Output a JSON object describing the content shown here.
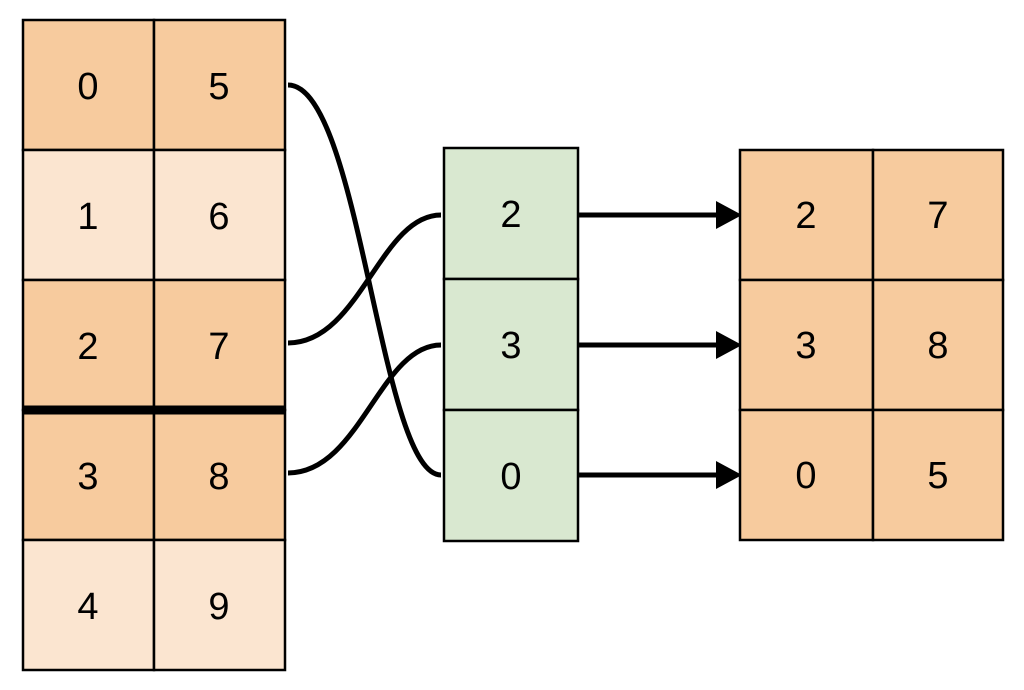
{
  "diagram": {
    "type": "gather-index-diagram",
    "colors": {
      "cell_selected": "#F7CB9E",
      "cell_unselected": "#FBE5D0",
      "index_cell": "#D9E8D0",
      "border": "#000000",
      "background": "#FFFFFF"
    },
    "source_table": {
      "name": "source-table",
      "rows": [
        {
          "id": "row-0",
          "cells": [
            "0",
            "5"
          ],
          "selected": true
        },
        {
          "id": "row-1",
          "cells": [
            "1",
            "6"
          ],
          "selected": false
        },
        {
          "id": "row-2",
          "cells": [
            "2",
            "7"
          ],
          "selected": true
        },
        {
          "id": "row-3",
          "cells": [
            "3",
            "8"
          ],
          "selected": true
        },
        {
          "id": "row-4",
          "cells": [
            "4",
            "9"
          ],
          "selected": false
        }
      ]
    },
    "index_column": {
      "name": "index-column",
      "values": [
        "2",
        "3",
        "0"
      ]
    },
    "result_table": {
      "name": "result-table",
      "rows": [
        {
          "id": "result-row-0",
          "cells": [
            "2",
            "7"
          ]
        },
        {
          "id": "result-row-1",
          "cells": [
            "3",
            "8"
          ]
        },
        {
          "id": "result-row-2",
          "cells": [
            "0",
            "5"
          ]
        }
      ]
    },
    "connections": [
      {
        "from_row": "row-0",
        "to_index_slot": 2,
        "from_value": "0",
        "to_value": "0"
      },
      {
        "from_row": "row-2",
        "to_index_slot": 0,
        "from_value": "2",
        "to_value": "2"
      },
      {
        "from_row": "row-3",
        "to_index_slot": 1,
        "from_value": "3",
        "to_value": "3"
      }
    ],
    "arrows": [
      {
        "from_index_slot": 0,
        "to_result_row": "result-row-0"
      },
      {
        "from_index_slot": 1,
        "to_result_row": "result-row-1"
      },
      {
        "from_index_slot": 2,
        "to_result_row": "result-row-2"
      }
    ]
  }
}
